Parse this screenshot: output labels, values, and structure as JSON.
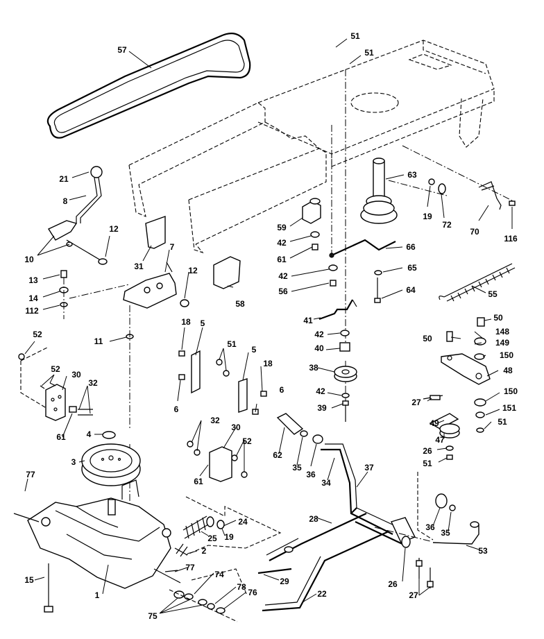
{
  "callouts": [
    {
      "id": "57",
      "text": "57"
    },
    {
      "id": "51a",
      "text": "51"
    },
    {
      "id": "51b",
      "text": "51"
    },
    {
      "id": "21",
      "text": "21"
    },
    {
      "id": "8",
      "text": "8"
    },
    {
      "id": "63",
      "text": "63"
    },
    {
      "id": "19a",
      "text": "19"
    },
    {
      "id": "72",
      "text": "72"
    },
    {
      "id": "70",
      "text": "70"
    },
    {
      "id": "116",
      "text": "116"
    },
    {
      "id": "12a",
      "text": "12"
    },
    {
      "id": "10",
      "text": "10"
    },
    {
      "id": "31",
      "text": "31"
    },
    {
      "id": "7",
      "text": "7"
    },
    {
      "id": "59",
      "text": "59"
    },
    {
      "id": "42a",
      "text": "42"
    },
    {
      "id": "61a",
      "text": "61"
    },
    {
      "id": "66",
      "text": "66"
    },
    {
      "id": "13",
      "text": "13"
    },
    {
      "id": "12b",
      "text": "12"
    },
    {
      "id": "42b",
      "text": "42"
    },
    {
      "id": "65",
      "text": "65"
    },
    {
      "id": "14",
      "text": "14"
    },
    {
      "id": "58",
      "text": "58"
    },
    {
      "id": "56",
      "text": "56"
    },
    {
      "id": "64",
      "text": "64"
    },
    {
      "id": "55",
      "text": "55"
    },
    {
      "id": "112",
      "text": "112"
    },
    {
      "id": "41",
      "text": "41"
    },
    {
      "id": "18a",
      "text": "18"
    },
    {
      "id": "5a",
      "text": "5"
    },
    {
      "id": "42c",
      "text": "42"
    },
    {
      "id": "50a",
      "text": "50"
    },
    {
      "id": "148",
      "text": "148"
    },
    {
      "id": "52a",
      "text": "52"
    },
    {
      "id": "11",
      "text": "11"
    },
    {
      "id": "50b",
      "text": "50"
    },
    {
      "id": "149",
      "text": "149"
    },
    {
      "id": "51c",
      "text": "51"
    },
    {
      "id": "40",
      "text": "40"
    },
    {
      "id": "5b",
      "text": "5"
    },
    {
      "id": "150a",
      "text": "150"
    },
    {
      "id": "52b",
      "text": "52"
    },
    {
      "id": "30a",
      "text": "30"
    },
    {
      "id": "18b",
      "text": "18"
    },
    {
      "id": "48",
      "text": "48"
    },
    {
      "id": "32a",
      "text": "32"
    },
    {
      "id": "38",
      "text": "38"
    },
    {
      "id": "6a",
      "text": "6"
    },
    {
      "id": "6b",
      "text": "6"
    },
    {
      "id": "150b",
      "text": "150"
    },
    {
      "id": "42d",
      "text": "42"
    },
    {
      "id": "27a",
      "text": "27"
    },
    {
      "id": "151",
      "text": "151"
    },
    {
      "id": "39",
      "text": "39"
    },
    {
      "id": "61b",
      "text": "61"
    },
    {
      "id": "51d",
      "text": "51"
    },
    {
      "id": "49",
      "text": "49"
    },
    {
      "id": "4",
      "text": "4"
    },
    {
      "id": "32b",
      "text": "32"
    },
    {
      "id": "30b",
      "text": "30"
    },
    {
      "id": "47",
      "text": "47"
    },
    {
      "id": "52c",
      "text": "52"
    },
    {
      "id": "62",
      "text": "62"
    },
    {
      "id": "26a",
      "text": "26"
    },
    {
      "id": "3",
      "text": "3"
    },
    {
      "id": "35a",
      "text": "35"
    },
    {
      "id": "36a",
      "text": "36"
    },
    {
      "id": "51e",
      "text": "51"
    },
    {
      "id": "61c",
      "text": "61"
    },
    {
      "id": "34",
      "text": "34"
    },
    {
      "id": "37",
      "text": "37"
    },
    {
      "id": "77a",
      "text": "77"
    },
    {
      "id": "19b",
      "text": "19"
    },
    {
      "id": "24",
      "text": "24"
    },
    {
      "id": "28",
      "text": "28"
    },
    {
      "id": "25",
      "text": "25"
    },
    {
      "id": "36b",
      "text": "36"
    },
    {
      "id": "35b",
      "text": "35"
    },
    {
      "id": "2",
      "text": "2"
    },
    {
      "id": "53",
      "text": "53"
    },
    {
      "id": "15",
      "text": "15"
    },
    {
      "id": "77b",
      "text": "77"
    },
    {
      "id": "74",
      "text": "74"
    },
    {
      "id": "29",
      "text": "29"
    },
    {
      "id": "26b",
      "text": "26"
    },
    {
      "id": "1",
      "text": "1"
    },
    {
      "id": "78",
      "text": "78"
    },
    {
      "id": "76",
      "text": "76"
    },
    {
      "id": "22",
      "text": "22"
    },
    {
      "id": "27b",
      "text": "27"
    },
    {
      "id": "75",
      "text": "75"
    }
  ]
}
